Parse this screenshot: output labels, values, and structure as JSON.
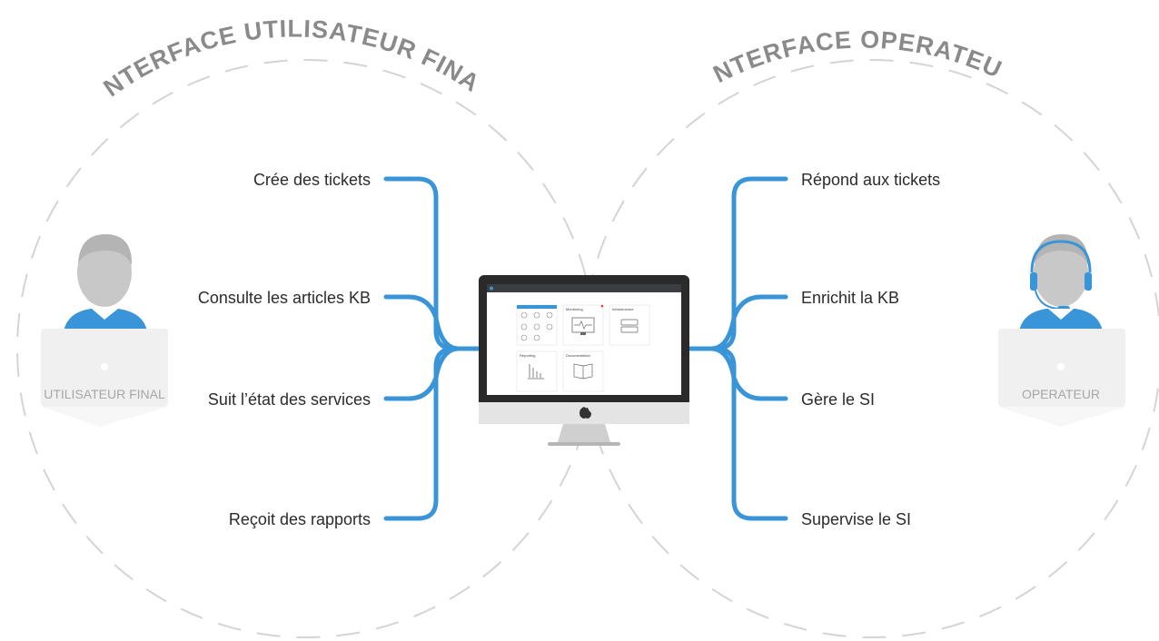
{
  "headings": {
    "left": "INTERFACE UTILISATEUR FINAL",
    "right": "INTERFACE OPERATEUR"
  },
  "roles": {
    "left": "UTILISATEUR FINAL",
    "right": "OPERATEUR"
  },
  "left_items": [
    "Crée des tickets",
    "Consulte les articles KB",
    "Suit l’état des services",
    "Reçoit des rapports"
  ],
  "right_items": [
    "Répond aux tickets",
    "Enrichit la KB",
    "Gère le SI",
    "Supervise le SI"
  ],
  "screen": {
    "tiles": [
      "Monitoring",
      "Infrastructure",
      "Reporting",
      "Documentation"
    ]
  },
  "colors": {
    "connector": "#3a95d8",
    "dashed_circle": "#d4d4d4",
    "heading": "#8a8a8a",
    "headset": "#3a95d8",
    "avatar": "#c8c8c8"
  },
  "icons": {
    "monitor": "imac-monitor",
    "apple_logo": "apple-logo-icon",
    "left_avatar": "user-avatar-icon",
    "right_avatar": "operator-headset-avatar-icon"
  }
}
